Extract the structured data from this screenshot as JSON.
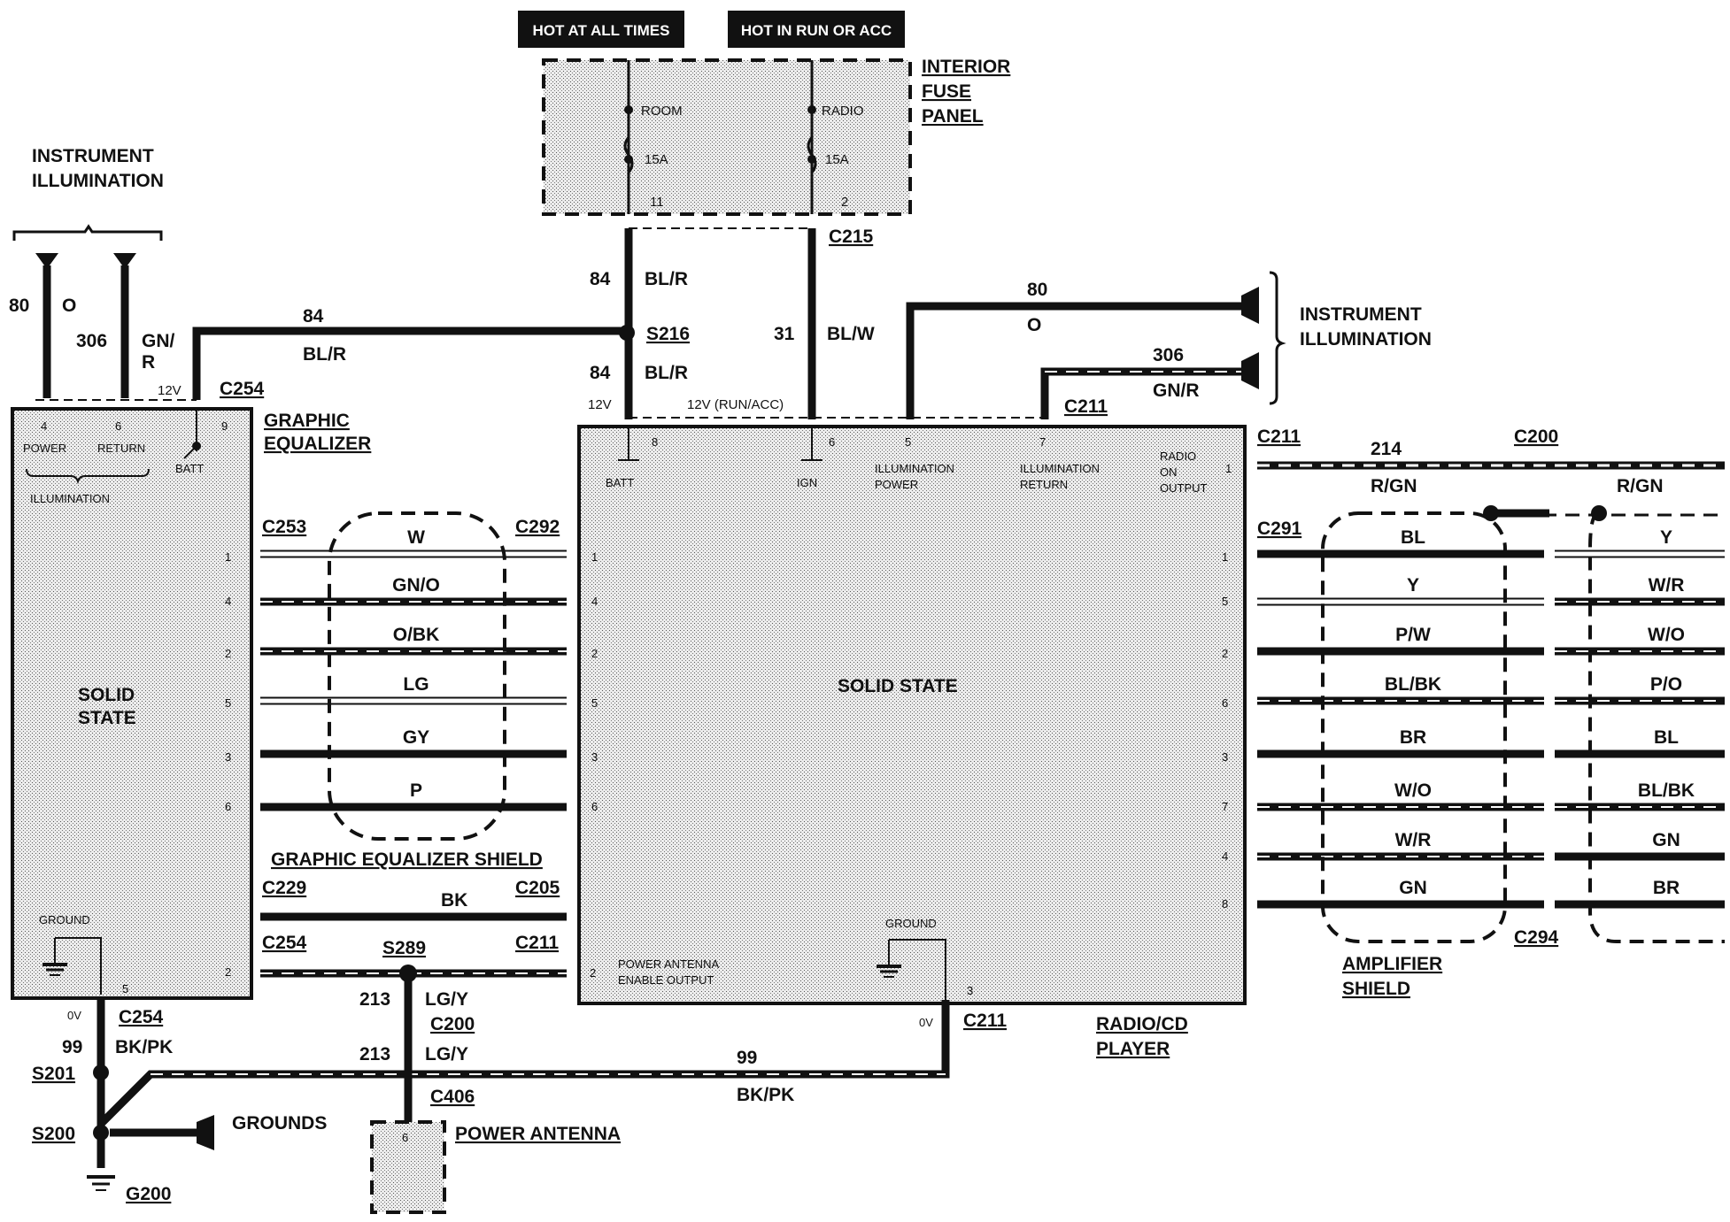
{
  "header": {
    "hot_at_all_times": "HOT AT ALL TIMES",
    "hot_in_run_or_acc": "HOT IN RUN OR ACC",
    "interior_fuse_panel": [
      "INTERIOR",
      "FUSE",
      "PANEL"
    ]
  },
  "fuse_panel": {
    "room_label": "ROOM",
    "radio_label": "RADIO",
    "room_amps": "15A",
    "radio_amps": "15A",
    "room_pin": "11",
    "radio_pin": "2"
  },
  "instrument_illumination_left": [
    "INSTRUMENT",
    "ILLUMINATION"
  ],
  "instrument_illumination_right": [
    "INSTRUMENT",
    "ILLUMINATION"
  ],
  "wires": {
    "w80_num": "80",
    "w80_color": "O",
    "w306_num": "306",
    "w306_color_a": "GN/",
    "w306_color_b": "R",
    "w84_num": "84",
    "w84_color": "BL/R",
    "w84_top_num": "84",
    "w84_top_color": "BL/R",
    "w84_bot_num": "84",
    "w84_bot_color": "BL/R",
    "w31_num": "31",
    "w31_color": "BL/W",
    "w80r_num": "80",
    "w80r_color": "O",
    "w306r_num": "306",
    "w306r_color": "GN/R",
    "w214_num": "214",
    "w214_color_a": "R/GN",
    "w214_color_b": "R/GN",
    "w99_num": "99",
    "w99_color": "BK/PK",
    "w99l_num": "99",
    "w99l_color": "BK/PK",
    "w213a_num": "213",
    "w213a_color": "LG/Y",
    "w213b_num": "213",
    "w213b_color": "LG/Y",
    "bk": "BK"
  },
  "connectors": {
    "c254_top": "C254",
    "s216": "S216",
    "c215": "C215",
    "c211_top": "C211",
    "c211_right": "C211",
    "c200_right": "C200",
    "c291": "C291",
    "c294": "C294",
    "c253": "C253",
    "c292": "C292",
    "c229": "C229",
    "c205": "C205",
    "c254_mid": "C254",
    "s289": "S289",
    "c211_mid": "C211",
    "c254_bot": "C254",
    "c200_bot": "C200",
    "c406": "C406",
    "c211_bot": "C211",
    "s201": "S201",
    "s200": "S200",
    "g200": "G200"
  },
  "voltages": {
    "v12_left": "12V",
    "v12_mid": "12V",
    "v12_run": "12V (RUN/ACC)",
    "dv_left": "0V",
    "dv_right": "0V"
  },
  "graphic_equalizer": {
    "title": [
      "GRAPHIC",
      "EQUALIZER"
    ],
    "solid_state": [
      "SOLID",
      "STATE"
    ],
    "pins": {
      "power_pin": "4",
      "return_pin": "6",
      "batt_pin": "9",
      "power": "POWER",
      "return": "RETURN",
      "batt": "BATT",
      "illumination": "ILLUMINATION",
      "ground": "GROUND",
      "ground_pin": "5"
    },
    "left_pins": [
      "1",
      "4",
      "2",
      "5",
      "3",
      "6"
    ],
    "bottom_pin": "2"
  },
  "eq_bundle": {
    "colors": [
      "W",
      "GN/O",
      "O/BK",
      "LG",
      "GY",
      "P"
    ],
    "shield_label": "GRAPHIC EQUALIZER SHIELD"
  },
  "radio": {
    "title": [
      "RADIO/CD",
      "PLAYER"
    ],
    "solid_state": "SOLID STATE",
    "batt_pin": "8",
    "batt": "BATT",
    "ign_pin": "6",
    "ign": "IGN",
    "illum_power_pin": "5",
    "illum_power": [
      "ILLUMINATION",
      "POWER"
    ],
    "illum_return_pin": "7",
    "illum_return": [
      "ILLUMINATION",
      "RETURN"
    ],
    "radio_on_output": [
      "RADIO",
      "ON",
      "OUTPUT"
    ],
    "radio_on_pin": "1",
    "left_pins": [
      "1",
      "4",
      "2",
      "5",
      "3",
      "6"
    ],
    "right_pins": [
      "1",
      "5",
      "2",
      "6",
      "3",
      "7",
      "4",
      "8"
    ],
    "power_antenna": [
      "POWER ANTENNA",
      "ENABLE OUTPUT"
    ],
    "pa_pin": "2",
    "ground": "GROUND",
    "ground_pin": "3"
  },
  "amp_bundle": {
    "left_colors": [
      "BL",
      "Y",
      "P/W",
      "BL/BK",
      "BR",
      "W/O",
      "W/R",
      "GN"
    ],
    "right_colors": [
      "Y",
      "W/R",
      "W/O",
      "P/O",
      "BL",
      "BL/BK",
      "GN",
      "BR"
    ],
    "shield_label": [
      "AMPLIFIER",
      "SHIELD"
    ]
  },
  "grounds_label": "GROUNDS",
  "power_antenna": {
    "label": "POWER ANTENNA",
    "pin": "6"
  }
}
